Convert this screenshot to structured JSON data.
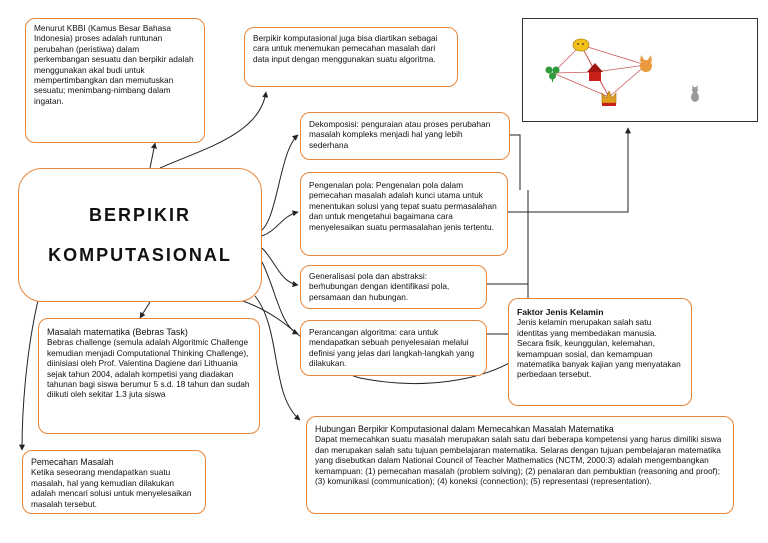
{
  "center": {
    "line1": "BERPIKIR",
    "line2": "KOMPUTASIONAL"
  },
  "kbbi": {
    "text": "Menurut KBBI (Kamus Besar Bahasa Indonesia) proses adalah runtunan perubahan (peristiwa) dalam perkembangan sesuatu dan berpikir adalah menggunakan akal budi untuk mempertimbangkan dan memutuskan sesuatu; menimbang-nimbang dalam ingatan."
  },
  "def": {
    "text": "Berpikir komputasional juga bisa diartikan sebagai cara untuk menemukan pemecahan masalah dari data input dengan menggunakan suatu algoritma."
  },
  "dekomposisi": {
    "text": "Dekomposisi: penguraian atau proses perubahan masalah kompleks menjadi hal yang lebih sederhana"
  },
  "pengenalan": {
    "text": "Pengenalan pola: Pengenalan pola dalam pemecahan masalah adalah kunci utama untuk menentukan solusi yang tepat suatu permasalahan dan untuk mengetahui bagaimana cara menyelesaikan suatu permasalahan jenis tertentu."
  },
  "generalisasi": {
    "text": "Generalisasi pola dan abstraksi: berhubungan dengan identifikasi pola, persamaan dan hubungan."
  },
  "perancangan": {
    "text": "Perancangan algoritma: cara untuk mendapatkan sebuah penyelesaian melalui definisi yang jelas dari langkah-langkah yang dilakukan."
  },
  "faktor": {
    "title": "Faktor Jenis Kelamin",
    "text": "Jenis kelamin merupakan salah satu identitas yang membedakan manusia. Secara fisik, keunggulan, kelemahan, kemampuan sosial, dan kemampuan matematika banyak kajian yang menyatakan perbedaan tersebut."
  },
  "masalah": {
    "title": "Masalah matematika (Bebras Task)",
    "text": "Bebras challenge (semula adalah Algoritmic Challenge kemudian menjadi Computational Thinking Challenge), diinisiasi oleh Prof. Valentina Dagiene dari Lithuania sejak tahun 2004, adalah kompetisi yang diadakan tahunan bagi siswa berumur 5 s.d. 18 tahun dan sudah diikuti oleh sekitar 1.3 juta siswa"
  },
  "pemecahan": {
    "title": "Pemecahan Masalah",
    "text": "Ketika seseorang mendapatkan suatu masalah, hal yang kemudian dilakukan adalah mencari solusi untuk menyelesaikan masalah tersebut."
  },
  "hubungan": {
    "title": "Hubungan Berpikir Komputasional dalam Memecahkan Masalah Matematika",
    "text": "Dapat memecahkan suatu masalah merupakan salah satu dari beberapa kompetensi yang harus dimiliki siswa dan merupakan salah satu tujuan pembelajaran matematika. Selaras dengan tujuan pembelajaran matematika yang disebutkan dalam National Council of Teacher Mathematics (NCTM, 2000:3) adalah mengembangkan kemampuan: (1) pemecahan masalah (problem solving); (2) penalaran dan pembuktian (reasoning and proof); (3) komunikasi (communication); (4) koneksi (connection); (5) representasi (representation)."
  },
  "illustration": {
    "nodes": [
      "clover-icon",
      "sun-icon",
      "house-icon",
      "cat-icon",
      "crown-icon",
      "gray-cat-icon"
    ],
    "colors": {
      "sun": "#f2c21b",
      "house": "#c8201a",
      "cat": "#e89a3c",
      "crown": "#e0a020",
      "clover": "#2e9a3a",
      "graycat": "#9a9a9a"
    }
  },
  "colors": {
    "box_border": "#e8863a",
    "connector": "#222222"
  }
}
